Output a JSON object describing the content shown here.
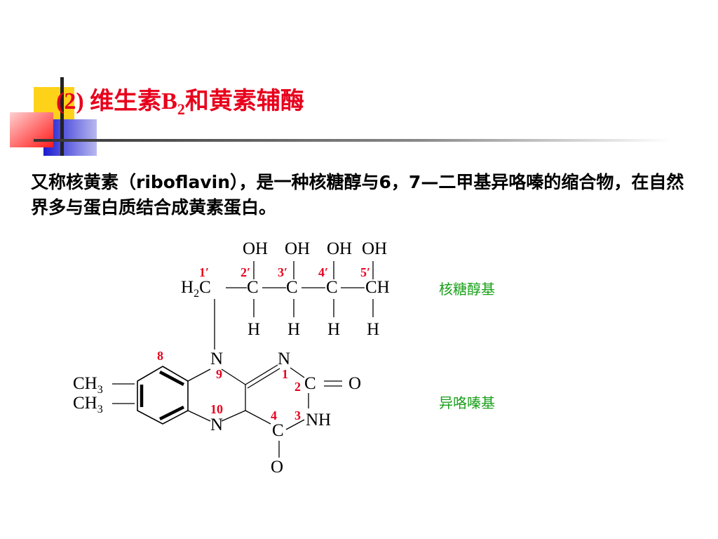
{
  "slide": {
    "title_prefix": "(2)  维生素B",
    "title_sub": "2",
    "title_suffix": "和黄素辅酶",
    "body": "又称核黄素（riboflavin），是一种核糖醇与6，7—二甲基异咯嗪的缩合物，在自然界多与蛋白质结合成黄素蛋白。"
  },
  "structure": {
    "oh_labels": [
      "OH",
      "OH",
      "OH",
      "OH"
    ],
    "h_labels": [
      "H",
      "H",
      "H",
      "H"
    ],
    "chain_h2c": "H",
    "chain_h2c_sub": "2",
    "chain_c": [
      "C",
      "C",
      "C",
      "C"
    ],
    "chain_end": "CH",
    "primes": [
      "1′",
      "2′",
      "3′",
      "4′",
      "5′"
    ],
    "ring_labels": {
      "n_top_left": "N",
      "n_top_right": "N",
      "n_bottom": "N",
      "c2": "C",
      "o_right": "O",
      "nh": "NH",
      "c4": "C",
      "o_bottom": "O",
      "ch3_a": "CH",
      "ch3_b": "CH",
      "ch3_sub": "3"
    },
    "ring_numbers": [
      "8",
      "9",
      "1",
      "2",
      "10",
      "4",
      "3"
    ],
    "group_labels": [
      "核糖醇基",
      "异咯嗪基"
    ]
  },
  "colors": {
    "title": "#e8001c",
    "numbers": "#e8001c",
    "group_labels": "#1aa01a",
    "deco_yellow": "#ffd21a",
    "deco_blue": "#3a3ad8",
    "deco_red": "#ff2a2a"
  }
}
